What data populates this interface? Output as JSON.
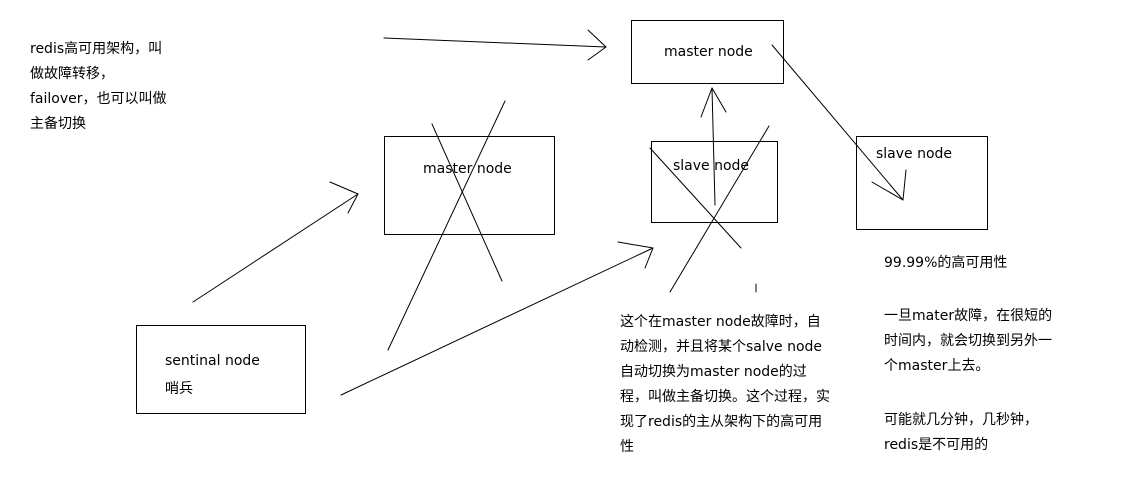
{
  "nodes": {
    "top_master": "master node",
    "mid_master": "master node",
    "slave_center": "slave node",
    "slave_right": "slave node",
    "sentinel_line1": "sentinal node",
    "sentinel_line2": "哨兵"
  },
  "notes": {
    "intro": [
      "redis高可用架构，叫",
      "做故障转移，",
      "failover，也可以叫做",
      "主备切换"
    ],
    "process": [
      "这个在master node故障时，自",
      "动检测，并且将某个salve node",
      "自动切换为master node的过",
      "程，叫做主备切换。这个过程，实",
      "现了redis的主从架构下的高可用",
      "性"
    ],
    "availability": "99.99%的高可用性",
    "failure": [
      "一旦mater故障，在很短的",
      "时间内，就会切换到另外一",
      "个master上去。"
    ],
    "downtime": [
      "可能就几分钟，几秒钟，",
      "redis是不可用的"
    ]
  },
  "colors": {
    "stroke": "#000000",
    "background": "#ffffff",
    "text": "#000000"
  }
}
